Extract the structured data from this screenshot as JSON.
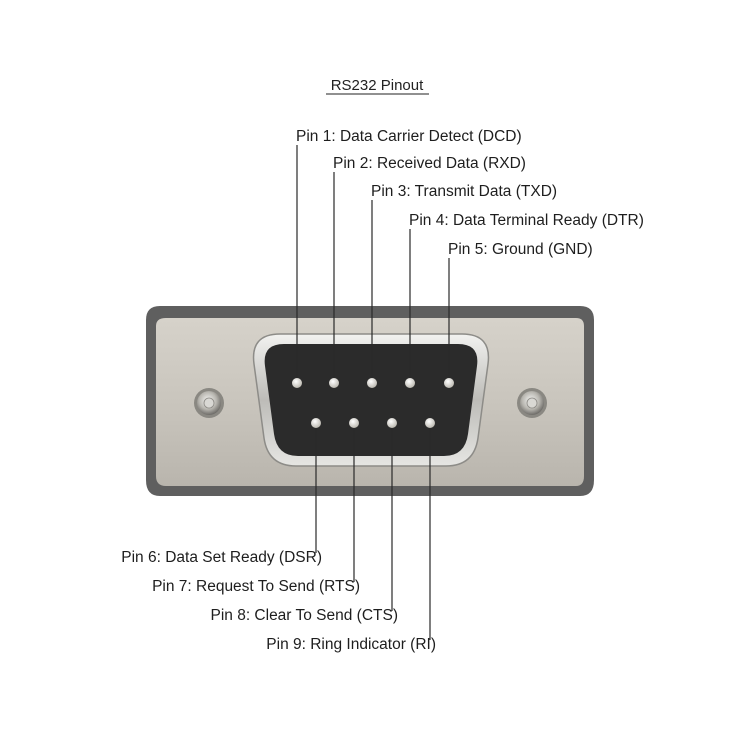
{
  "title": "RS232 Pinout",
  "colors": {
    "text": "#1e1e1e",
    "leader_line": "#2a2a2a",
    "shell_border": "#5a5a5a",
    "shell_plate": "#c8c4bc",
    "d_sub_insulator": "#2a2a2a",
    "pin_contact": "#e8e6e0"
  },
  "connector": {
    "type": "DE-9 male",
    "pins_top_row": [
      "1",
      "2",
      "3",
      "4",
      "5"
    ],
    "pins_bottom_row": [
      "6",
      "7",
      "8",
      "9"
    ]
  },
  "pins": {
    "p1": {
      "number": "1",
      "label": "Pin 1: Data Carrier Detect (DCD)"
    },
    "p2": {
      "number": "2",
      "label": "Pin 2: Received Data (RXD)"
    },
    "p3": {
      "number": "3",
      "label": "Pin 3: Transmit Data (TXD)"
    },
    "p4": {
      "number": "4",
      "label": "Pin 4: Data Terminal Ready (DTR)"
    },
    "p5": {
      "number": "5",
      "label": "Pin 5: Ground (GND)"
    },
    "p6": {
      "number": "6",
      "label": "Pin 6: Data Set Ready (DSR)"
    },
    "p7": {
      "number": "7",
      "label": "Pin 7: Request To Send (RTS)"
    },
    "p8": {
      "number": "8",
      "label": "Pin 8: Clear To Send (CTS)"
    },
    "p9": {
      "number": "9",
      "label": "Pin 9: Ring Indicator (RI)"
    }
  }
}
